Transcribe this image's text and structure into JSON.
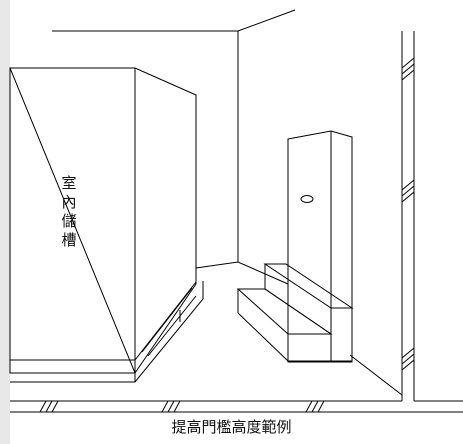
{
  "figure": {
    "tank_label_chars": [
      "室",
      "內",
      "儲",
      "槽"
    ],
    "caption": "提高門檻高度範例"
  }
}
